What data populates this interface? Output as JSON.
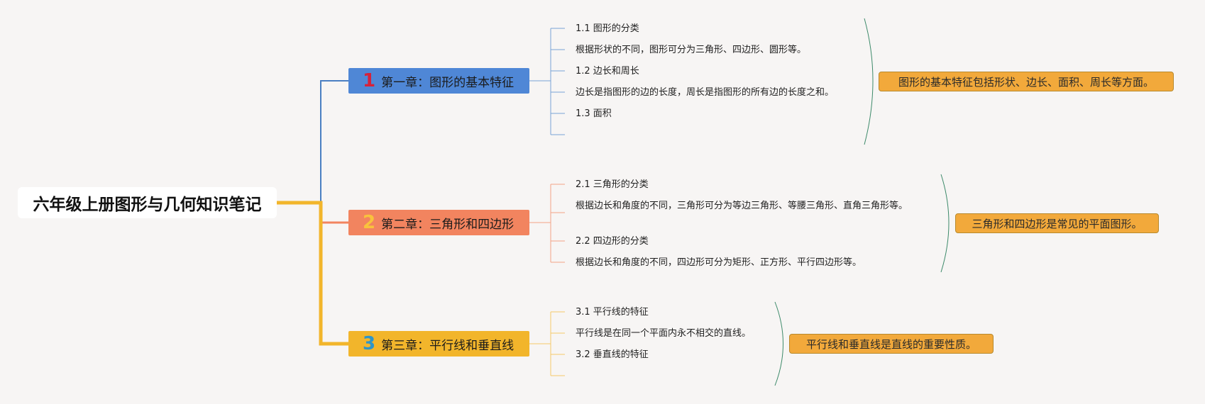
{
  "title": "六年级上册图形与几何知识笔记",
  "colors": {
    "background": "#f7f5f4",
    "trunk": "#f2b52b",
    "chapter1": "#4f87d6",
    "chapter2": "#f2845f",
    "chapter3": "#f2b52b",
    "summary": "#f2a93b",
    "brace": "#3d8a6a"
  },
  "chapters": [
    {
      "number": "1",
      "label": "第一章：图形的基本特征",
      "items": [
        "1.1 图形的分类",
        "根据形状的不同，图形可分为三角形、四边形、圆形等。",
        "1.2 边长和周长",
        "边长是指图形的边的长度，周长是指图形的所有边的长度之和。",
        "1.3 面积",
        ""
      ],
      "summary": "图形的基本特征包括形状、边长、面积、周长等方面。"
    },
    {
      "number": "2",
      "label": "第二章：三角形和四边形",
      "items": [
        "2.1 三角形的分类",
        "根据边长和角度的不同，三角形可分为等边三角形、等腰三角形、直角三角形等。",
        "2.2 四边形的分类",
        "根据边长和角度的不同，四边形可分为矩形、正方形、平行四边形等。"
      ],
      "summary": "三角形和四边形是常见的平面图形。"
    },
    {
      "number": "3",
      "label": "第三章：平行线和垂直线",
      "items": [
        "3.1 平行线的特征",
        "平行线是在同一个平面内永不相交的直线。",
        "3.2 垂直线的特征",
        ""
      ],
      "summary": "平行线和垂直线是直线的重要性质。"
    }
  ]
}
